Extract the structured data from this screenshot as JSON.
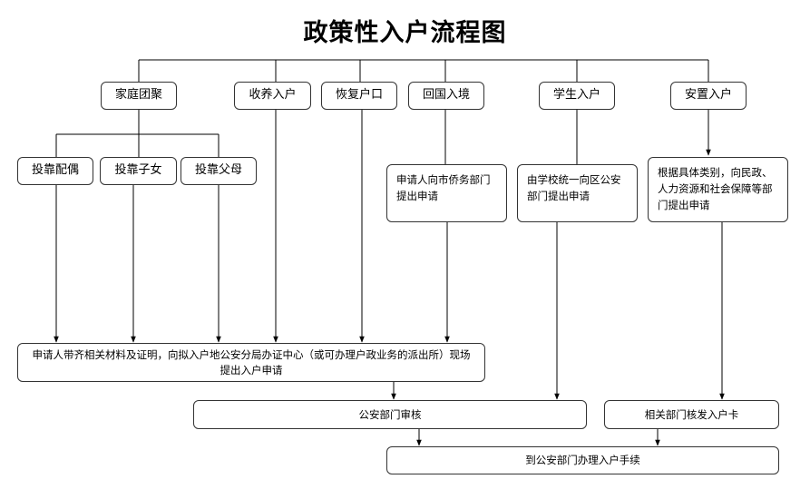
{
  "title": "政策性入户流程图",
  "categories": {
    "family": "家庭团聚",
    "adoption": "收养入户",
    "restore": "恢复户口",
    "return": "回国入境",
    "student": "学生入户",
    "placement": "安置入户"
  },
  "family_sub": {
    "spouse": "投靠配偶",
    "child": "投靠子女",
    "parent": "投靠父母"
  },
  "apply": {
    "return": "申请人向市侨务部门提出申请",
    "student": "由学校统一向区公安部门提出申请",
    "placement": "根据具体类别，向民政、人力资源和社会保障等部门提出申请"
  },
  "submit": "申请人带齐相关材料及证明，向拟入户地公安分局办证中心（或可办理户政业务的派出所）现场提出入户申请",
  "review": "公安部门审核",
  "card": "相关部门核发入户卡",
  "final": "到公安部门办理入户手续"
}
